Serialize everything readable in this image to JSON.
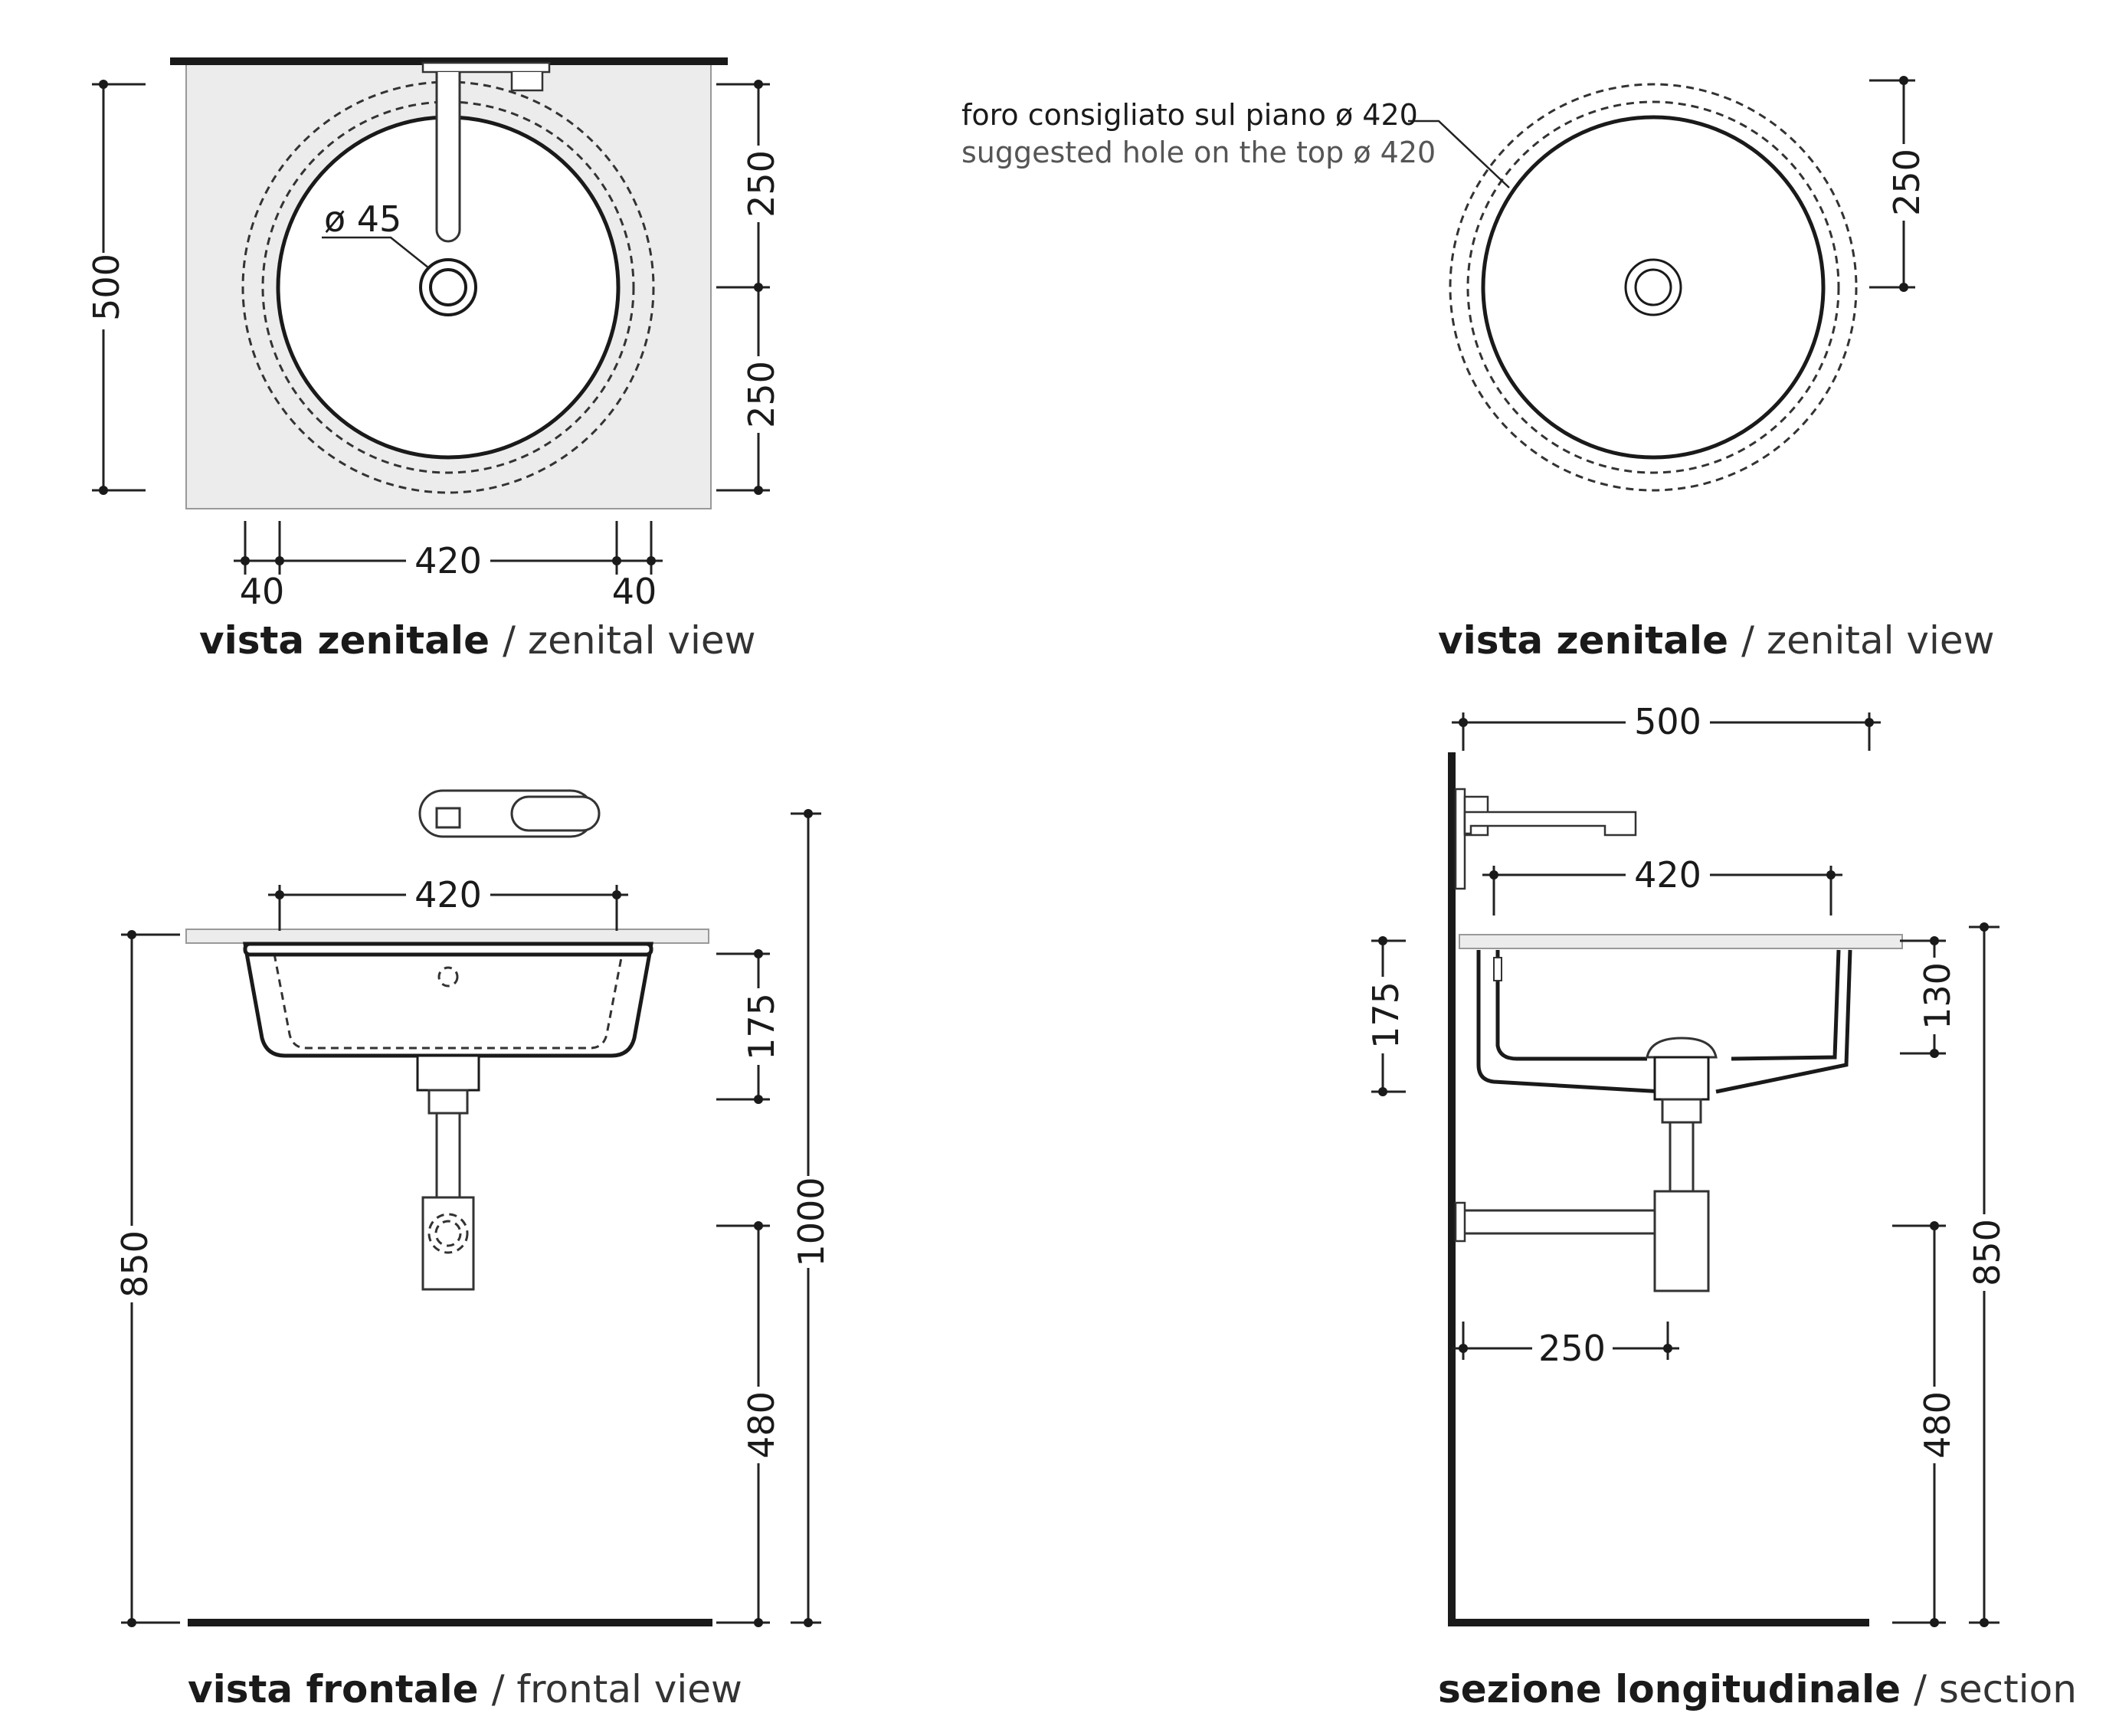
{
  "views": {
    "top_left": {
      "caption_bold": "vista zenitale",
      "caption_light": "/ zenital view",
      "dim_total_height": "500",
      "dim_upper": "250",
      "dim_lower": "250",
      "dim_width": "420",
      "dim_left_margin": "40",
      "dim_right_margin": "40",
      "drain_label": "ø 45"
    },
    "top_right": {
      "caption_bold": "vista zenitale",
      "caption_light": "/ zenital view",
      "note_bold": "foro consigliato sul piano ø 420",
      "note_light": "suggested hole on the top ø 420",
      "dim_radius": "250"
    },
    "bottom_left": {
      "caption_bold": "vista frontale",
      "caption_light": "/ frontal view",
      "dim_width": "420",
      "dim_depth": "175",
      "dim_total": "1000",
      "dim_top_height": "850",
      "dim_trap_height": "480"
    },
    "bottom_right": {
      "caption_bold": "sezione longitudinale",
      "caption_light": "/ section",
      "dim_overall": "500",
      "dim_bowl": "420",
      "dim_depth": "175",
      "dim_inner": "130",
      "dim_wall_offset": "250",
      "dim_top_height": "850",
      "dim_trap_height": "480"
    }
  }
}
